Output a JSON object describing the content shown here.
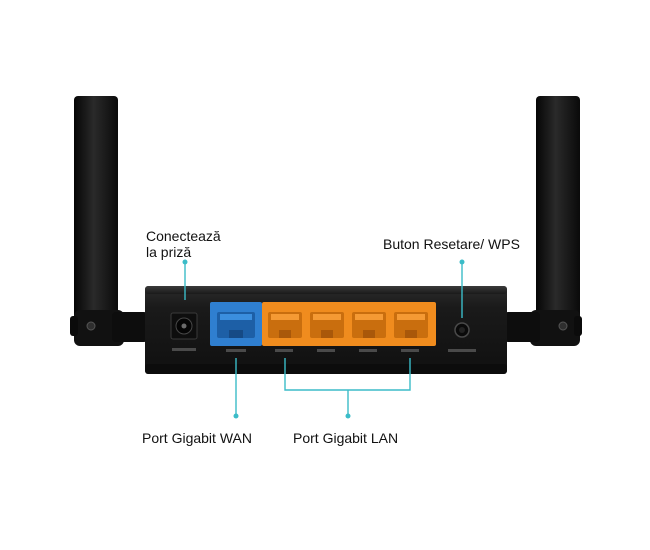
{
  "callouts": {
    "power": {
      "line1": "Conectează",
      "line2": "la priză"
    },
    "reset_wps": "Buton Resetare/ WPS",
    "wan": "Port Gigabit WAN",
    "lan": "Port Gigabit LAN"
  },
  "colors": {
    "accent": "#3bbcc8",
    "wan_port": "#2f7fd0",
    "lan_port": "#f08c1e",
    "router_body": "#1c1c1c"
  },
  "router": {
    "wan_port_count": 1,
    "lan_port_count": 4
  }
}
